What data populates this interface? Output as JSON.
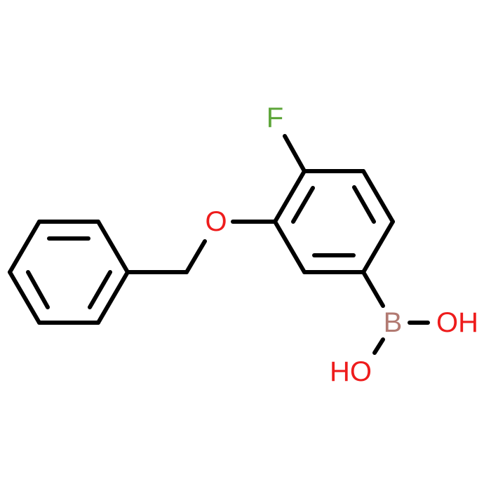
{
  "molecule": {
    "atoms": {
      "fluorine": "F",
      "ether_oxygen": "O",
      "boron": "B",
      "hydroxyl_right": "OH",
      "hydroxyl_left": "HO"
    }
  },
  "colors": {
    "bond": "#000000",
    "fluorine": "#5ea63a",
    "oxygen": "#ee1c1c",
    "boron": "#b27a72",
    "background": "#ffffff"
  }
}
